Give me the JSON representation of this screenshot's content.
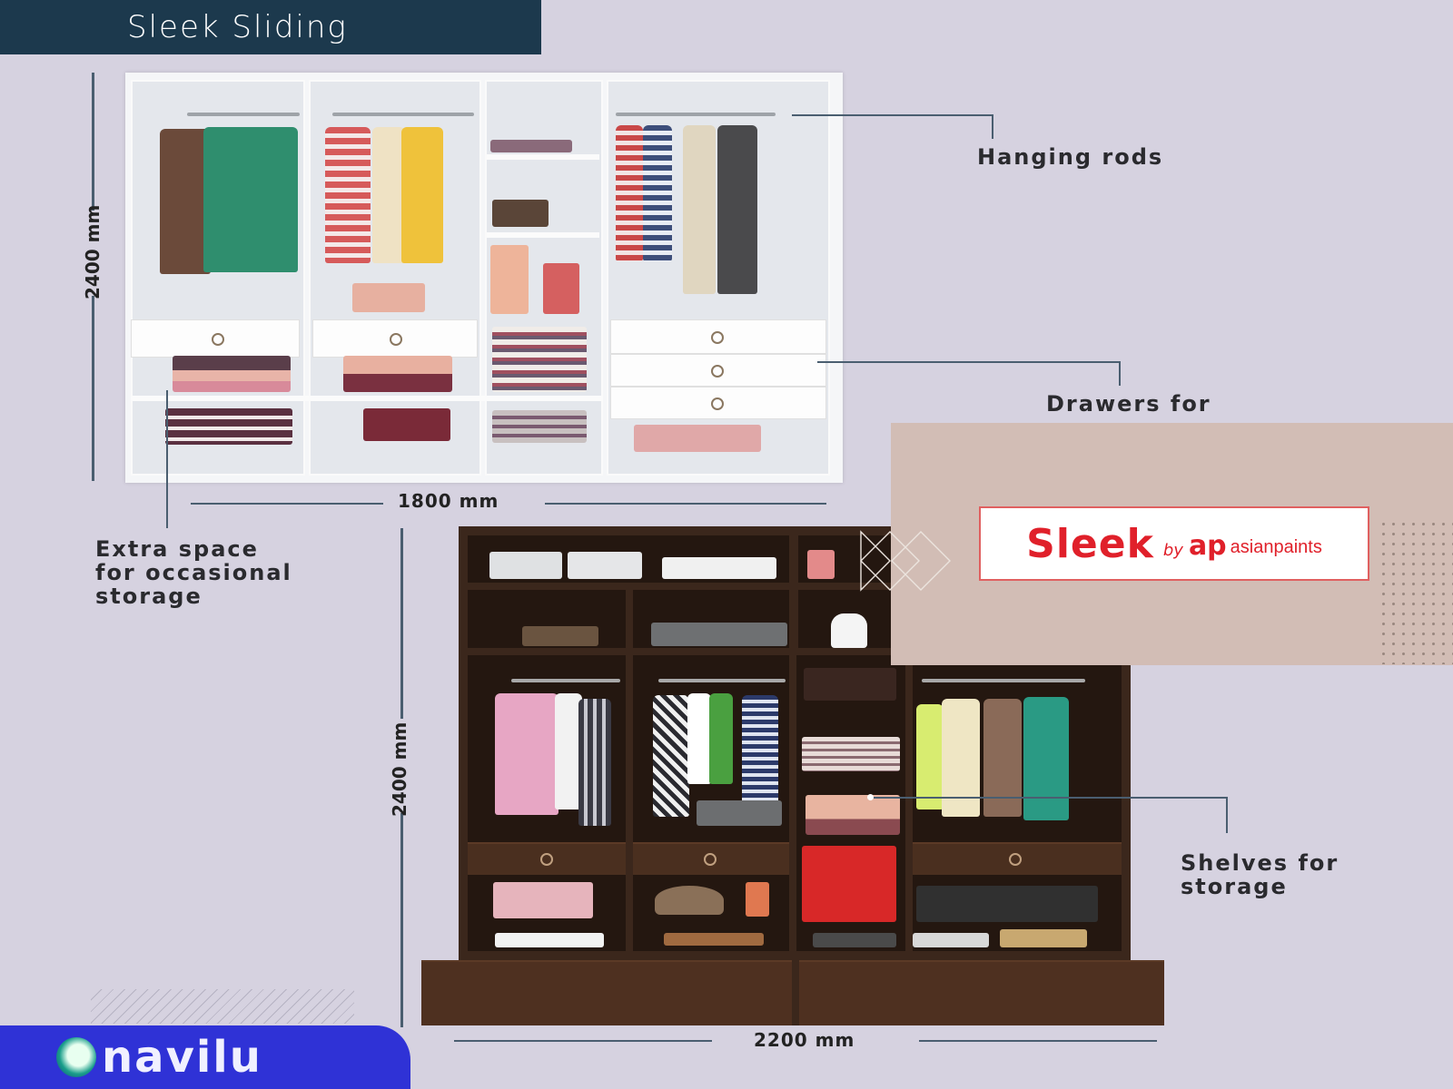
{
  "header": {
    "title": "Sleek Sliding"
  },
  "wardrobe_top": {
    "finish": "white",
    "height_label": "2400 mm",
    "width_label": "1800 mm",
    "callouts": {
      "hanging_rods": "Hanging rods",
      "drawers": "Drawers for",
      "extra_space": [
        "Extra space",
        "for occasional",
        "storage"
      ]
    }
  },
  "wardrobe_bottom": {
    "finish": "dark wood",
    "height_label": "2400 mm",
    "width_label": "2200 mm",
    "callouts": {
      "shelves": [
        "Shelves for",
        "storage"
      ]
    }
  },
  "brand": {
    "name": "Sleek",
    "by": "by",
    "ap_mark": "ap",
    "parent": "asianpaints",
    "colors": {
      "accent": "#e0202a",
      "panel": "#d2bdb5"
    }
  },
  "footer": {
    "logo_text": "navilu",
    "logo_icon": "navilu-circle-icon",
    "colors": {
      "badge": "#2f32d6"
    }
  },
  "colors": {
    "background": "#d6d2e0",
    "banner": "#1c394d",
    "dimension_line": "#4a5e70"
  }
}
